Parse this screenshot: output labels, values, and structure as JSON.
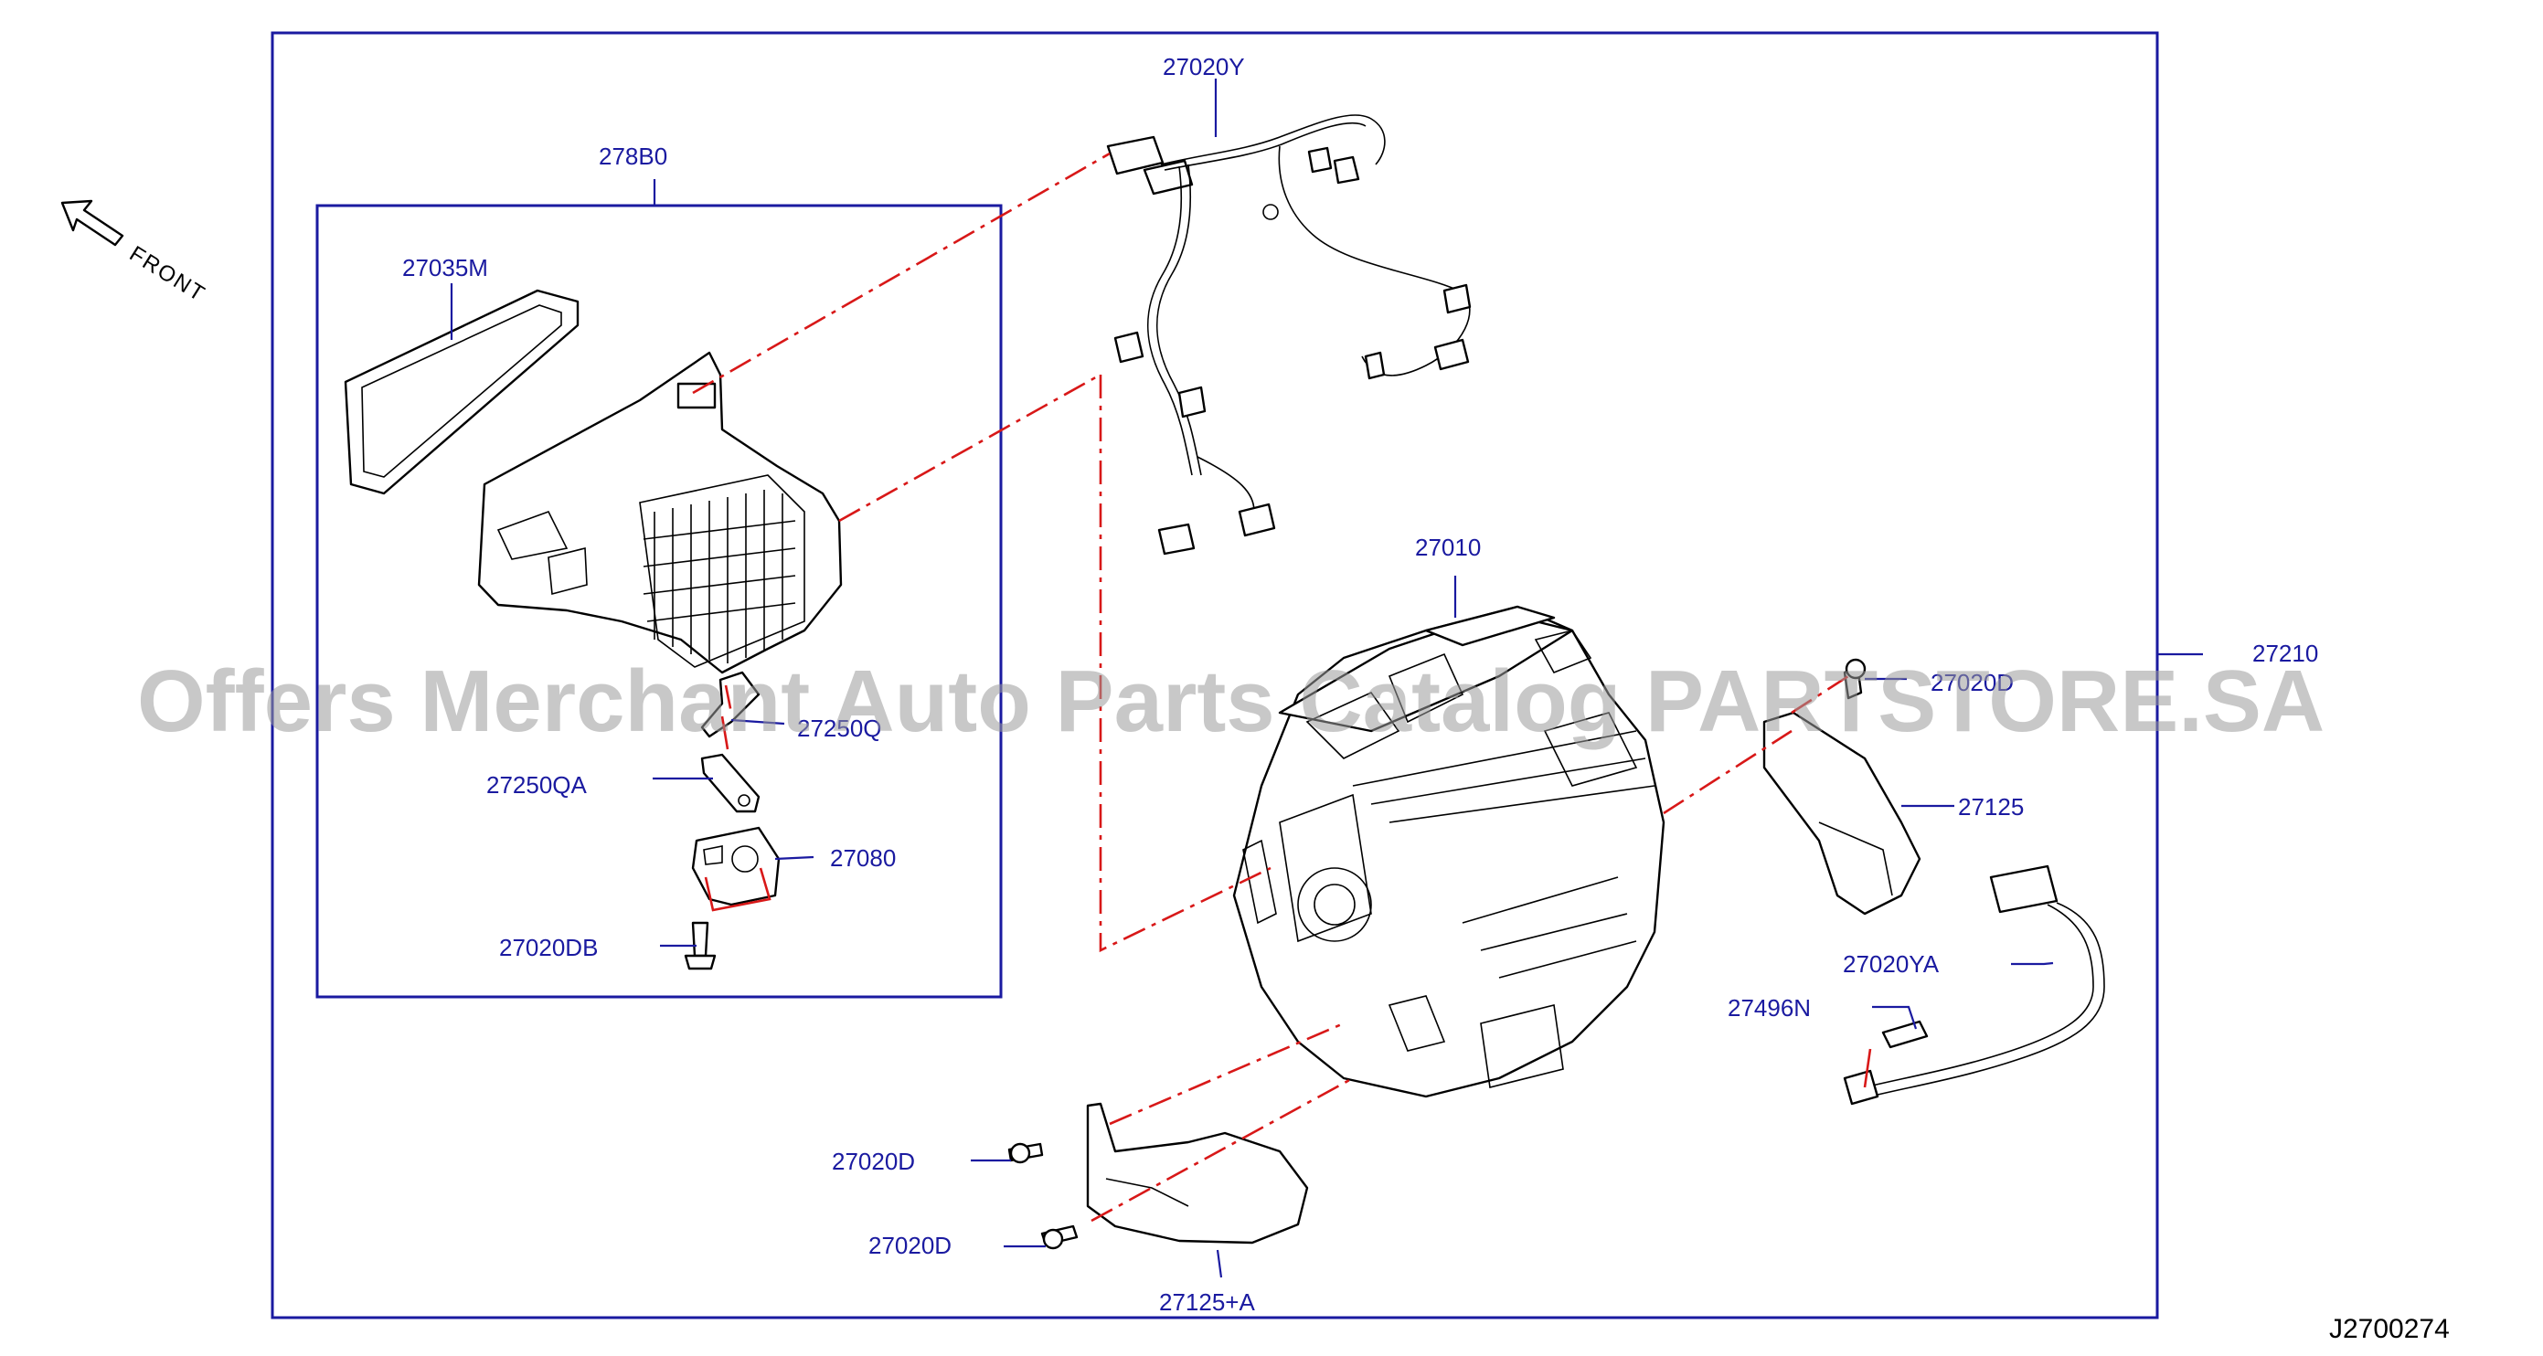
{
  "diagram_id": "J2700274",
  "front_label": "FRONT",
  "watermark": "Offers Merchant Auto Parts Catalog PARTSTORE.SA",
  "callouts": {
    "harness_top": "27020Y",
    "blower_assy": "278B0",
    "filter": "27035M",
    "lever": "27250Q",
    "link": "27250QA",
    "actuator": "27080",
    "screw_actuator": "27020DB",
    "heater_unit": "27010",
    "assy_total": "27210",
    "screw_right": "27020D",
    "cover_right": "27125",
    "harness_small": "27020YA",
    "sensor": "27496N",
    "screw_lower1": "27020D",
    "screw_lower2": "27020D",
    "cover_lower": "27125+A"
  }
}
